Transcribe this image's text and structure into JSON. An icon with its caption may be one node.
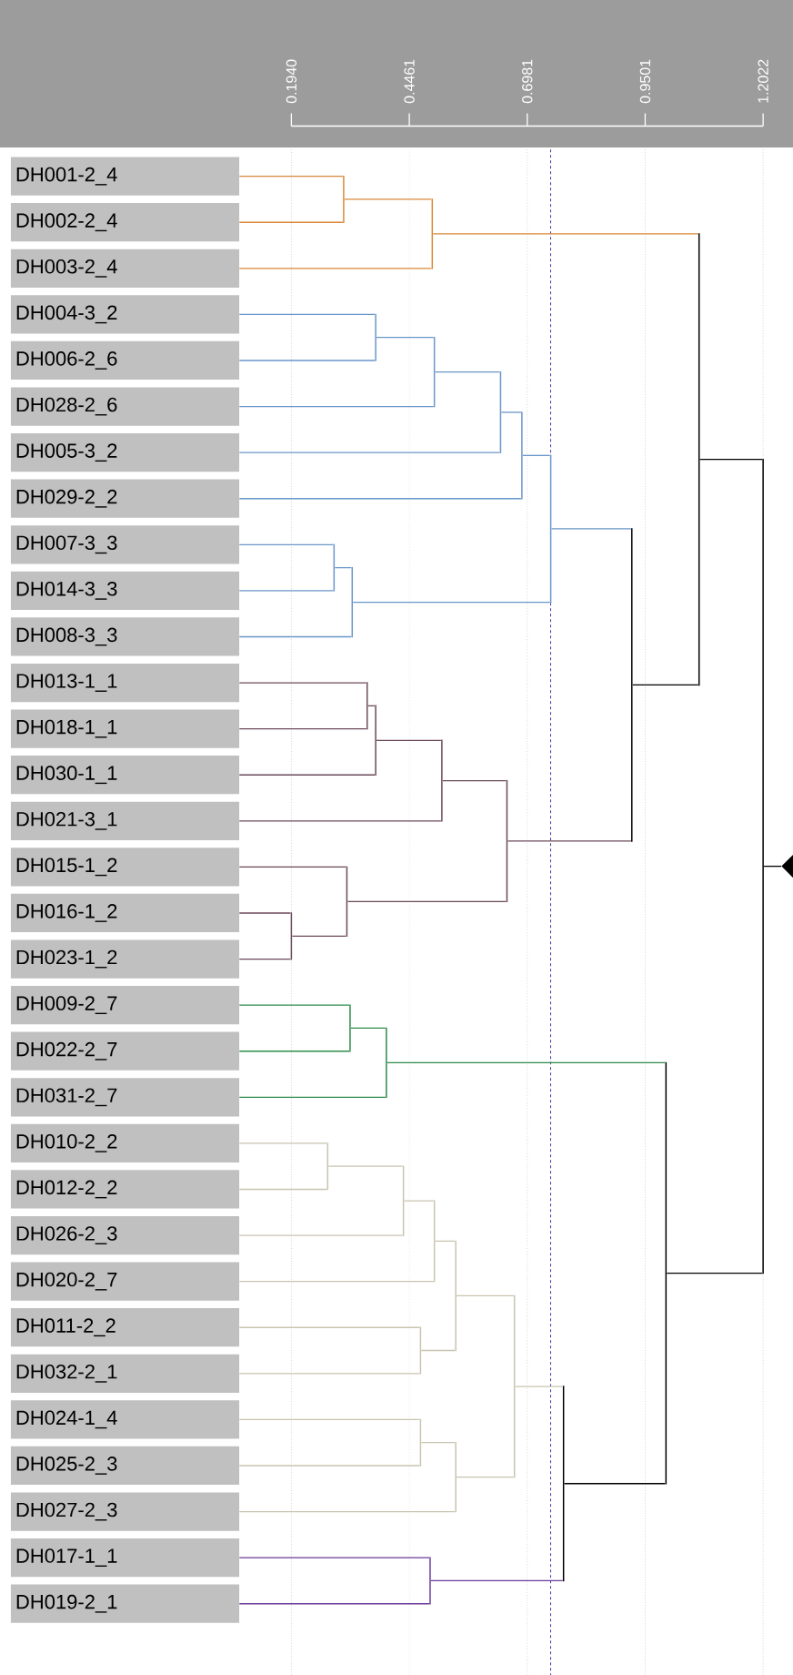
{
  "diagram": {
    "nodes": [
      {
        "text": [
          "DH001-2_4"
        ]
      },
      {
        "text": [
          "DH002-2_4"
        ]
      },
      {
        "text": [
          "DH003-2_4"
        ]
      },
      {
        "text": [
          "DH004-3_2"
        ]
      },
      {
        "text": [
          "DH006-2_6"
        ]
      },
      {
        "text": [
          "DH028-2_6"
        ]
      },
      {
        "text": [
          "DH005-3_2"
        ]
      },
      {
        "text": [
          "DH029-2_2"
        ]
      },
      {
        "text": [
          "DH007-3_3"
        ]
      },
      {
        "text": [
          "DH014-3_3"
        ]
      },
      {
        "text": [
          "DH008-3_3"
        ]
      },
      {
        "text": [
          "DH013-1_1"
        ]
      },
      {
        "text": [
          "DH018-1_1"
        ]
      },
      {
        "text": [
          "DH030-1_1"
        ]
      },
      {
        "text": [
          "DH021-3_1"
        ]
      },
      {
        "text": [
          "DH015-1_2"
        ]
      },
      {
        "text": [
          "DH016-1_2"
        ]
      },
      {
        "text": [
          "DH023-1_2"
        ]
      },
      {
        "text": [
          "DH009-2_7"
        ]
      },
      {
        "text": [
          "DH022-2_7"
        ]
      },
      {
        "text": [
          "DH031-2_7"
        ]
      },
      {
        "text": [
          "DH010-2_2"
        ]
      },
      {
        "text": [
          "DH012-2_2"
        ]
      },
      {
        "text": [
          "DH026-2_3"
        ]
      },
      {
        "text": [
          "DH020-2_7"
        ]
      },
      {
        "text": [
          "DH011-2_2"
        ]
      },
      {
        "text": [
          "DH032-2_1"
        ]
      },
      {
        "text": [
          "DH024-1_4"
        ]
      },
      {
        "text": [
          "DH025-2_3"
        ]
      },
      {
        "text": [
          "DH027-2_3"
        ]
      },
      {
        "text": [
          "DH017-1_1"
        ]
      },
      {
        "text": [
          "DH019-2_1"
        ]
      },
      {
        "text": [],
        "shape": "bar"
      },
      {
        "text": [],
        "shape": "bar"
      },
      {
        "text": [],
        "shape": "bar"
      },
      {
        "text": [],
        "shape": "bar"
      },
      {
        "text": [],
        "shape": "bar"
      },
      {
        "text": [],
        "shape": "bar"
      },
      {
        "text": [],
        "shape": "bar"
      },
      {
        "text": [],
        "shape": "bar"
      },
      {
        "text": [],
        "shape": "bar"
      },
      {
        "text": [],
        "shape": "bar"
      },
      {
        "text": [],
        "shape": "bar"
      },
      {
        "text": [],
        "shape": "bar"
      },
      {
        "text": [],
        "shape": "bar"
      },
      {
        "text": [],
        "shape": "bar"
      },
      {
        "text": [],
        "shape": "bar"
      },
      {
        "text": [],
        "shape": "bar"
      },
      {
        "text": [],
        "shape": "bar"
      },
      {
        "text": [],
        "shape": "bar"
      },
      {
        "text": [],
        "shape": "bar"
      },
      {
        "text": [],
        "shape": "bar"
      },
      {
        "text": [],
        "shape": "bar"
      },
      {
        "text": [],
        "shape": "bar"
      },
      {
        "text": [],
        "shape": "bar"
      },
      {
        "text": [],
        "shape": "bar"
      },
      {
        "text": [],
        "shape": "bar"
      },
      {
        "text": [],
        "shape": "bar"
      },
      {
        "text": [],
        "shape": "bar"
      },
      {
        "text": [],
        "shape": "bar"
      },
      {
        "text": [],
        "shape": "bar"
      },
      {
        "text": [],
        "shape": "bar"
      },
      {
        "text": [],
        "shape": "bar"
      },
      {
        "text": [],
        "shape": "triangle"
      }
    ],
    "edges": [
      {
        "from": 0,
        "to": 32,
        "arrow": "none",
        "color": "#d9883a"
      },
      {
        "from": 1,
        "to": 32,
        "arrow": "none",
        "color": "#d9883a"
      },
      {
        "from": 32,
        "to": 33,
        "arrow": "none",
        "color": "#d9883a"
      },
      {
        "from": 2,
        "to": 33,
        "arrow": "none",
        "color": "#d9883a"
      },
      {
        "from": 3,
        "to": 34,
        "arrow": "none",
        "color": "#6a96c8"
      },
      {
        "from": 4,
        "to": 34,
        "arrow": "none",
        "color": "#6a96c8"
      },
      {
        "from": 34,
        "to": 35,
        "arrow": "none",
        "color": "#6a96c8"
      },
      {
        "from": 5,
        "to": 35,
        "arrow": "none",
        "color": "#6a96c8"
      },
      {
        "from": 35,
        "to": 36,
        "arrow": "none",
        "color": "#6a96c8"
      },
      {
        "from": 6,
        "to": 36,
        "arrow": "none",
        "color": "#6a96c8"
      },
      {
        "from": 36,
        "to": 37,
        "arrow": "none",
        "color": "#6a96c8"
      },
      {
        "from": 7,
        "to": 37,
        "arrow": "none",
        "color": "#6a96c8"
      },
      {
        "from": 8,
        "to": 38,
        "arrow": "none",
        "color": "#6a96c8"
      },
      {
        "from": 9,
        "to": 38,
        "arrow": "none",
        "color": "#6a96c8"
      },
      {
        "from": 38,
        "to": 39,
        "arrow": "none",
        "color": "#6a96c8"
      },
      {
        "from": 10,
        "to": 39,
        "arrow": "none",
        "color": "#6a96c8"
      },
      {
        "from": 37,
        "to": 40,
        "arrow": "none",
        "color": "#6a96c8"
      },
      {
        "from": 39,
        "to": 40,
        "arrow": "none",
        "color": "#6a96c8"
      },
      {
        "from": 11,
        "to": 41,
        "arrow": "none",
        "color": "#6b4a5a"
      },
      {
        "from": 12,
        "to": 41,
        "arrow": "none",
        "color": "#6b4a5a"
      },
      {
        "from": 41,
        "to": 42,
        "arrow": "none",
        "color": "#6b4a5a"
      },
      {
        "from": 13,
        "to": 42,
        "arrow": "none",
        "color": "#6b4a5a"
      },
      {
        "from": 42,
        "to": 43,
        "arrow": "none",
        "color": "#6b4a5a"
      },
      {
        "from": 14,
        "to": 43,
        "arrow": "none",
        "color": "#6b4a5a"
      },
      {
        "from": 16,
        "to": 44,
        "arrow": "none",
        "color": "#6b4a5a"
      },
      {
        "from": 17,
        "to": 44,
        "arrow": "none",
        "color": "#6b4a5a"
      },
      {
        "from": 15,
        "to": 45,
        "arrow": "none",
        "color": "#6b4a5a"
      },
      {
        "from": 44,
        "to": 45,
        "arrow": "none",
        "color": "#6b4a5a"
      },
      {
        "from": 43,
        "to": 46,
        "arrow": "none",
        "color": "#6b4a5a"
      },
      {
        "from": 45,
        "to": 46,
        "arrow": "none",
        "color": "#6b4a5a"
      },
      {
        "from": 40,
        "to": 47,
        "arrow": "none",
        "color": "#6a96c8"
      },
      {
        "from": 46,
        "to": 47,
        "arrow": "none",
        "color": "#6b4a5a"
      },
      {
        "from": 33,
        "to": 48,
        "arrow": "none",
        "color": "#d9883a"
      },
      {
        "from": 47,
        "to": 48,
        "arrow": "none",
        "color": "#000000"
      },
      {
        "from": 18,
        "to": 49,
        "arrow": "none",
        "color": "#2e8b4a"
      },
      {
        "from": 19,
        "to": 49,
        "arrow": "none",
        "color": "#2e8b4a"
      },
      {
        "from": 49,
        "to": 50,
        "arrow": "none",
        "color": "#2e8b4a"
      },
      {
        "from": 20,
        "to": 50,
        "arrow": "none",
        "color": "#2e8b4a"
      },
      {
        "from": 21,
        "to": 51,
        "arrow": "none",
        "color": "#c8c4b0"
      },
      {
        "from": 22,
        "to": 51,
        "arrow": "none",
        "color": "#c8c4b0"
      },
      {
        "from": 51,
        "to": 52,
        "arrow": "none",
        "color": "#c8c4b0"
      },
      {
        "from": 23,
        "to": 52,
        "arrow": "none",
        "color": "#c8c4b0"
      },
      {
        "from": 52,
        "to": 53,
        "arrow": "none",
        "color": "#c8c4b0"
      },
      {
        "from": 24,
        "to": 53,
        "arrow": "none",
        "color": "#c8c4b0"
      },
      {
        "from": 25,
        "to": 54,
        "arrow": "none",
        "color": "#c8c4b0"
      },
      {
        "from": 26,
        "to": 54,
        "arrow": "none",
        "color": "#c8c4b0"
      },
      {
        "from": 53,
        "to": 55,
        "arrow": "none",
        "color": "#c8c4b0"
      },
      {
        "from": 54,
        "to": 55,
        "arrow": "none",
        "color": "#c8c4b0"
      },
      {
        "from": 27,
        "to": 56,
        "arrow": "none",
        "color": "#c8c4b0"
      },
      {
        "from": 28,
        "to": 56,
        "arrow": "none",
        "color": "#c8c4b0"
      },
      {
        "from": 56,
        "to": 57,
        "arrow": "none",
        "color": "#c8c4b0"
      },
      {
        "from": 29,
        "to": 57,
        "arrow": "none",
        "color": "#c8c4b0"
      },
      {
        "from": 55,
        "to": 58,
        "arrow": "none",
        "color": "#c8c4b0"
      },
      {
        "from": 57,
        "to": 58,
        "arrow": "none",
        "color": "#c8c4b0"
      },
      {
        "from": 30,
        "to": 59,
        "arrow": "none",
        "color": "#6a3a9a"
      },
      {
        "from": 31,
        "to": 59,
        "arrow": "none",
        "color": "#6a3a9a"
      },
      {
        "from": 58,
        "to": 60,
        "arrow": "none",
        "color": "#c8c4b0"
      },
      {
        "from": 59,
        "to": 60,
        "arrow": "none",
        "color": "#6a3a9a"
      },
      {
        "from": 50,
        "to": 61,
        "arrow": "none",
        "color": "#2e8b4a"
      },
      {
        "from": 60,
        "to": 61,
        "arrow": "none",
        "color": "#000000"
      },
      {
        "from": 48,
        "to": 62,
        "arrow": "none",
        "color": "#000000"
      },
      {
        "from": 61,
        "to": 62,
        "arrow": "none",
        "color": "#000000"
      },
      {
        "from": 62,
        "to": 63,
        "arrow": "none",
        "color": "#000000"
      }
    ],
    "labels": [
      "0.1940",
      "0.4461",
      "0.6981",
      "0.9501",
      "1.2022"
    ]
  }
}
